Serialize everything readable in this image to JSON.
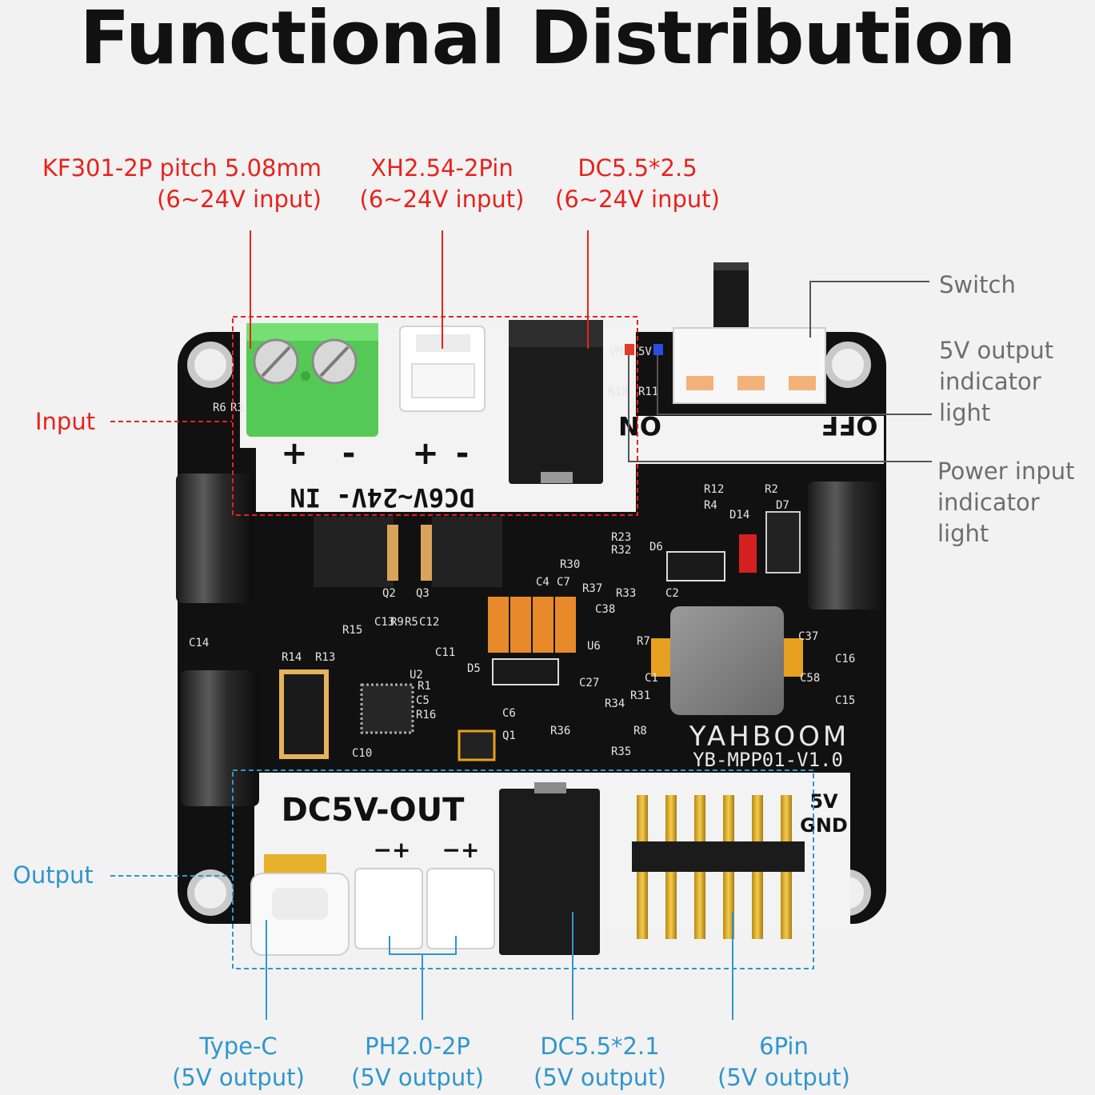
{
  "title": "Functional Distribution",
  "colors": {
    "input_callout": "#e8221c",
    "output_callout": "#2f96cc",
    "indicator_callout": "#6e6e6e",
    "pcb": "#111111",
    "silkscreen_panel": "#f3f3f3"
  },
  "input_connectors": [
    {
      "name": "KF301-2P pitch 5.08mm",
      "spec": "(6~24V input)"
    },
    {
      "name": "XH2.54-2Pin",
      "spec": "(6~24V input)"
    },
    {
      "name": "DC5.5*2.5",
      "spec": "(6~24V input)"
    }
  ],
  "side_labels": {
    "input": "Input",
    "output": "Output"
  },
  "right_labels": {
    "switch": "Switch",
    "output_indicator": [
      "5V output",
      "indicator",
      "light"
    ],
    "power_indicator": [
      "Power input",
      "indicator",
      "light"
    ]
  },
  "output_connectors": [
    {
      "name": "Type-C",
      "spec": "(5V output)"
    },
    {
      "name": "PH2.0-2P",
      "spec": "(5V output)"
    },
    {
      "name": "DC5.5*2.1",
      "spec": "(5V output)"
    },
    {
      "name": "6Pin",
      "spec": "(5V output)"
    }
  ],
  "board": {
    "input_silk": "DC6V~24V- IN",
    "plus": "+",
    "minus": "-",
    "switch_on": "ON",
    "switch_off": "OFF",
    "output_silk": "DC5V-OUT",
    "pin_5v": "5V",
    "pin_gnd": "GND",
    "brand": "YAHBOOM",
    "model": "YB-MPP01-V1.0",
    "ph_polarity": "−+",
    "designators": [
      "R6",
      "R3",
      "R10",
      "R11",
      "VM",
      "5V",
      "R12",
      "R2",
      "R4",
      "D14",
      "D7",
      "Q2",
      "Q3",
      "R23",
      "R32",
      "D6",
      "R30",
      "R37",
      "R33",
      "C2",
      "C4",
      "C7",
      "C38",
      "C13",
      "R9",
      "R5",
      "C12",
      "R15",
      "C14",
      "R14",
      "R13",
      "C11",
      "U2",
      "D5",
      "R1",
      "C5",
      "R16",
      "C6",
      "Q1",
      "C10",
      "C27",
      "R34",
      "R31",
      "C1",
      "R36",
      "R8",
      "R35",
      "R7",
      "U6",
      "C37",
      "C16",
      "C58",
      "C15"
    ]
  }
}
